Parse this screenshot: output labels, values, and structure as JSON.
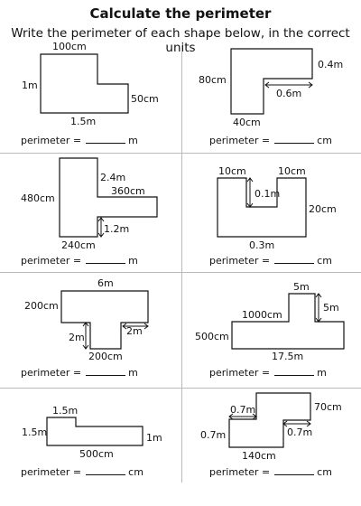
{
  "header": {
    "title": "Calculate the perimeter",
    "instruction": "Write the perimeter of each shape below, in the correct units"
  },
  "perimeter_label": "perimeter =",
  "shapes": [
    {
      "labels": [
        "100cm",
        "1m",
        "50cm",
        "1.5m"
      ],
      "unit": "m"
    },
    {
      "labels": [
        "80cm",
        "0.4m",
        "0.6m",
        "40cm"
      ],
      "unit": "cm"
    },
    {
      "labels": [
        "2.4m",
        "360cm",
        "480cm",
        "1.2m",
        "240cm"
      ],
      "unit": "m"
    },
    {
      "labels": [
        "10cm",
        "10cm",
        "0.1m",
        "20cm",
        "0.3m"
      ],
      "unit": "cm"
    },
    {
      "labels": [
        "6m",
        "200cm",
        "2m",
        "2m",
        "200cm"
      ],
      "unit": "m"
    },
    {
      "labels": [
        "5m",
        "1000cm",
        "5m",
        "500cm",
        "17.5m"
      ],
      "unit": "m"
    },
    {
      "labels": [
        "1.5m",
        "1.5m",
        "1m",
        "500cm"
      ],
      "unit": "cm"
    },
    {
      "labels": [
        "0.7m",
        "70cm",
        "0.7m",
        "0.7m",
        "140cm"
      ],
      "unit": "cm"
    }
  ]
}
